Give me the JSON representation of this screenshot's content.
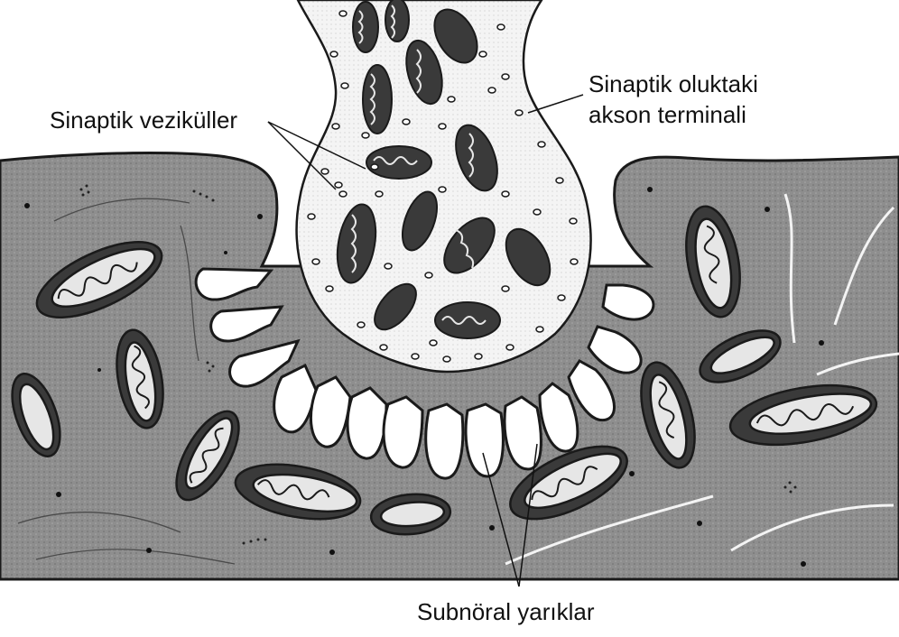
{
  "labels": {
    "synaptic_vesicles": "Sinaptik veziküller",
    "axon_terminal_line1": "Sinaptik oluktaki",
    "axon_terminal_line2": "akson terminali",
    "subneural_clefts": "Subnöral yarıklar"
  },
  "colors": {
    "muscle_fill": "#8e8e8e",
    "terminal_fill": "#f2f2f2",
    "outline": "#1a1a1a",
    "mito_dark": "#3a3a3a",
    "mito_light": "#e6e6e6"
  }
}
